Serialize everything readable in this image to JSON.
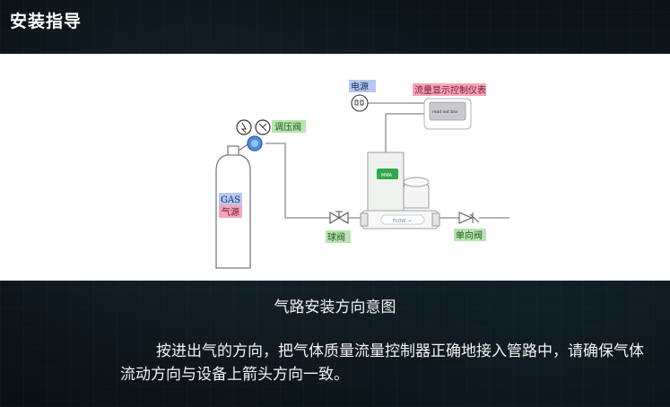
{
  "header": {
    "title": "安装指导"
  },
  "diagram": {
    "labels": {
      "power": "电源",
      "flow_display": "流量显示控制仪表",
      "readout_box": "read out box",
      "regulator": "调压阀",
      "gas": "GAS",
      "gas_source": "气源",
      "ball_valve": "球阀",
      "check_valve": "单向阀",
      "mfc_badge": "MMA",
      "flow_arrow": "FLOW →"
    },
    "colors": {
      "label_green": "#b9e3b0",
      "label_blue": "#b6c8ef",
      "label_pink": "#f3a7b7",
      "mfc_green": "#2ea84a",
      "pipe": "#8a8a8a"
    }
  },
  "caption": "气路安装方向意图",
  "instruction": "按进出气的方向，把气体质量流量控制器正确地接入管路中，请确保气体流动方向与设备上箭头方向一致。"
}
